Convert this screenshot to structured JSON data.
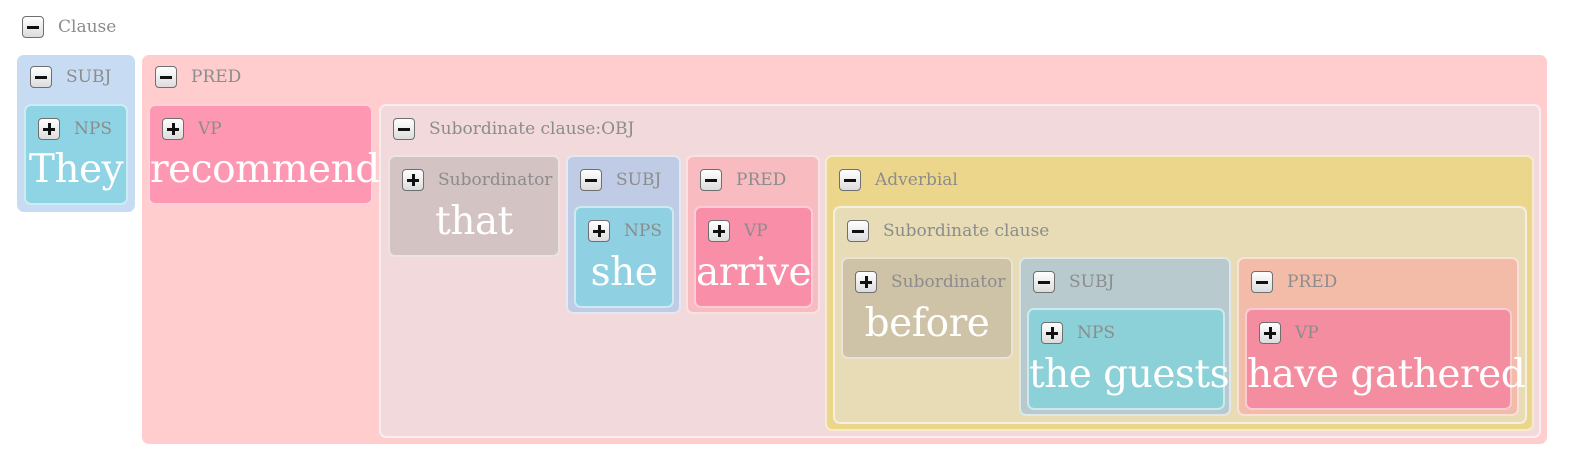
{
  "root": {
    "label": "Clause"
  },
  "subj": {
    "label": "SUBJ",
    "nps": {
      "label": "NPS",
      "word": "They"
    }
  },
  "pred": {
    "label": "PRED",
    "vp": {
      "label": "VP",
      "word": "recommend"
    },
    "obj": {
      "label": "Subordinate clause:OBJ",
      "subordinator": {
        "label": "Subordinator",
        "word": "that"
      },
      "subj": {
        "label": "SUBJ",
        "nps": {
          "label": "NPS",
          "word": "she"
        }
      },
      "pred": {
        "label": "PRED",
        "vp": {
          "label": "VP",
          "word": "arrive"
        }
      },
      "adverbial": {
        "label": "Adverbial",
        "clause": {
          "label": "Subordinate clause",
          "subordinator": {
            "label": "Subordinator",
            "word": "before"
          },
          "subj": {
            "label": "SUBJ",
            "nps": {
              "label": "NPS",
              "word": "the guests"
            }
          },
          "pred": {
            "label": "PRED",
            "vp": {
              "label": "VP",
              "word": "have gathered"
            }
          }
        }
      }
    }
  },
  "colors": {
    "subj_outer": "#c7dcf2",
    "nps": "#8fd4e4",
    "pred_outer": "#ffcdcd",
    "vp": "#fe98b2",
    "sub_clause": "#f1d9dc",
    "subordinator": "#d3c3c2",
    "adverbial": "#ecd68c",
    "adverbial_clause": "#e7dcb6"
  }
}
